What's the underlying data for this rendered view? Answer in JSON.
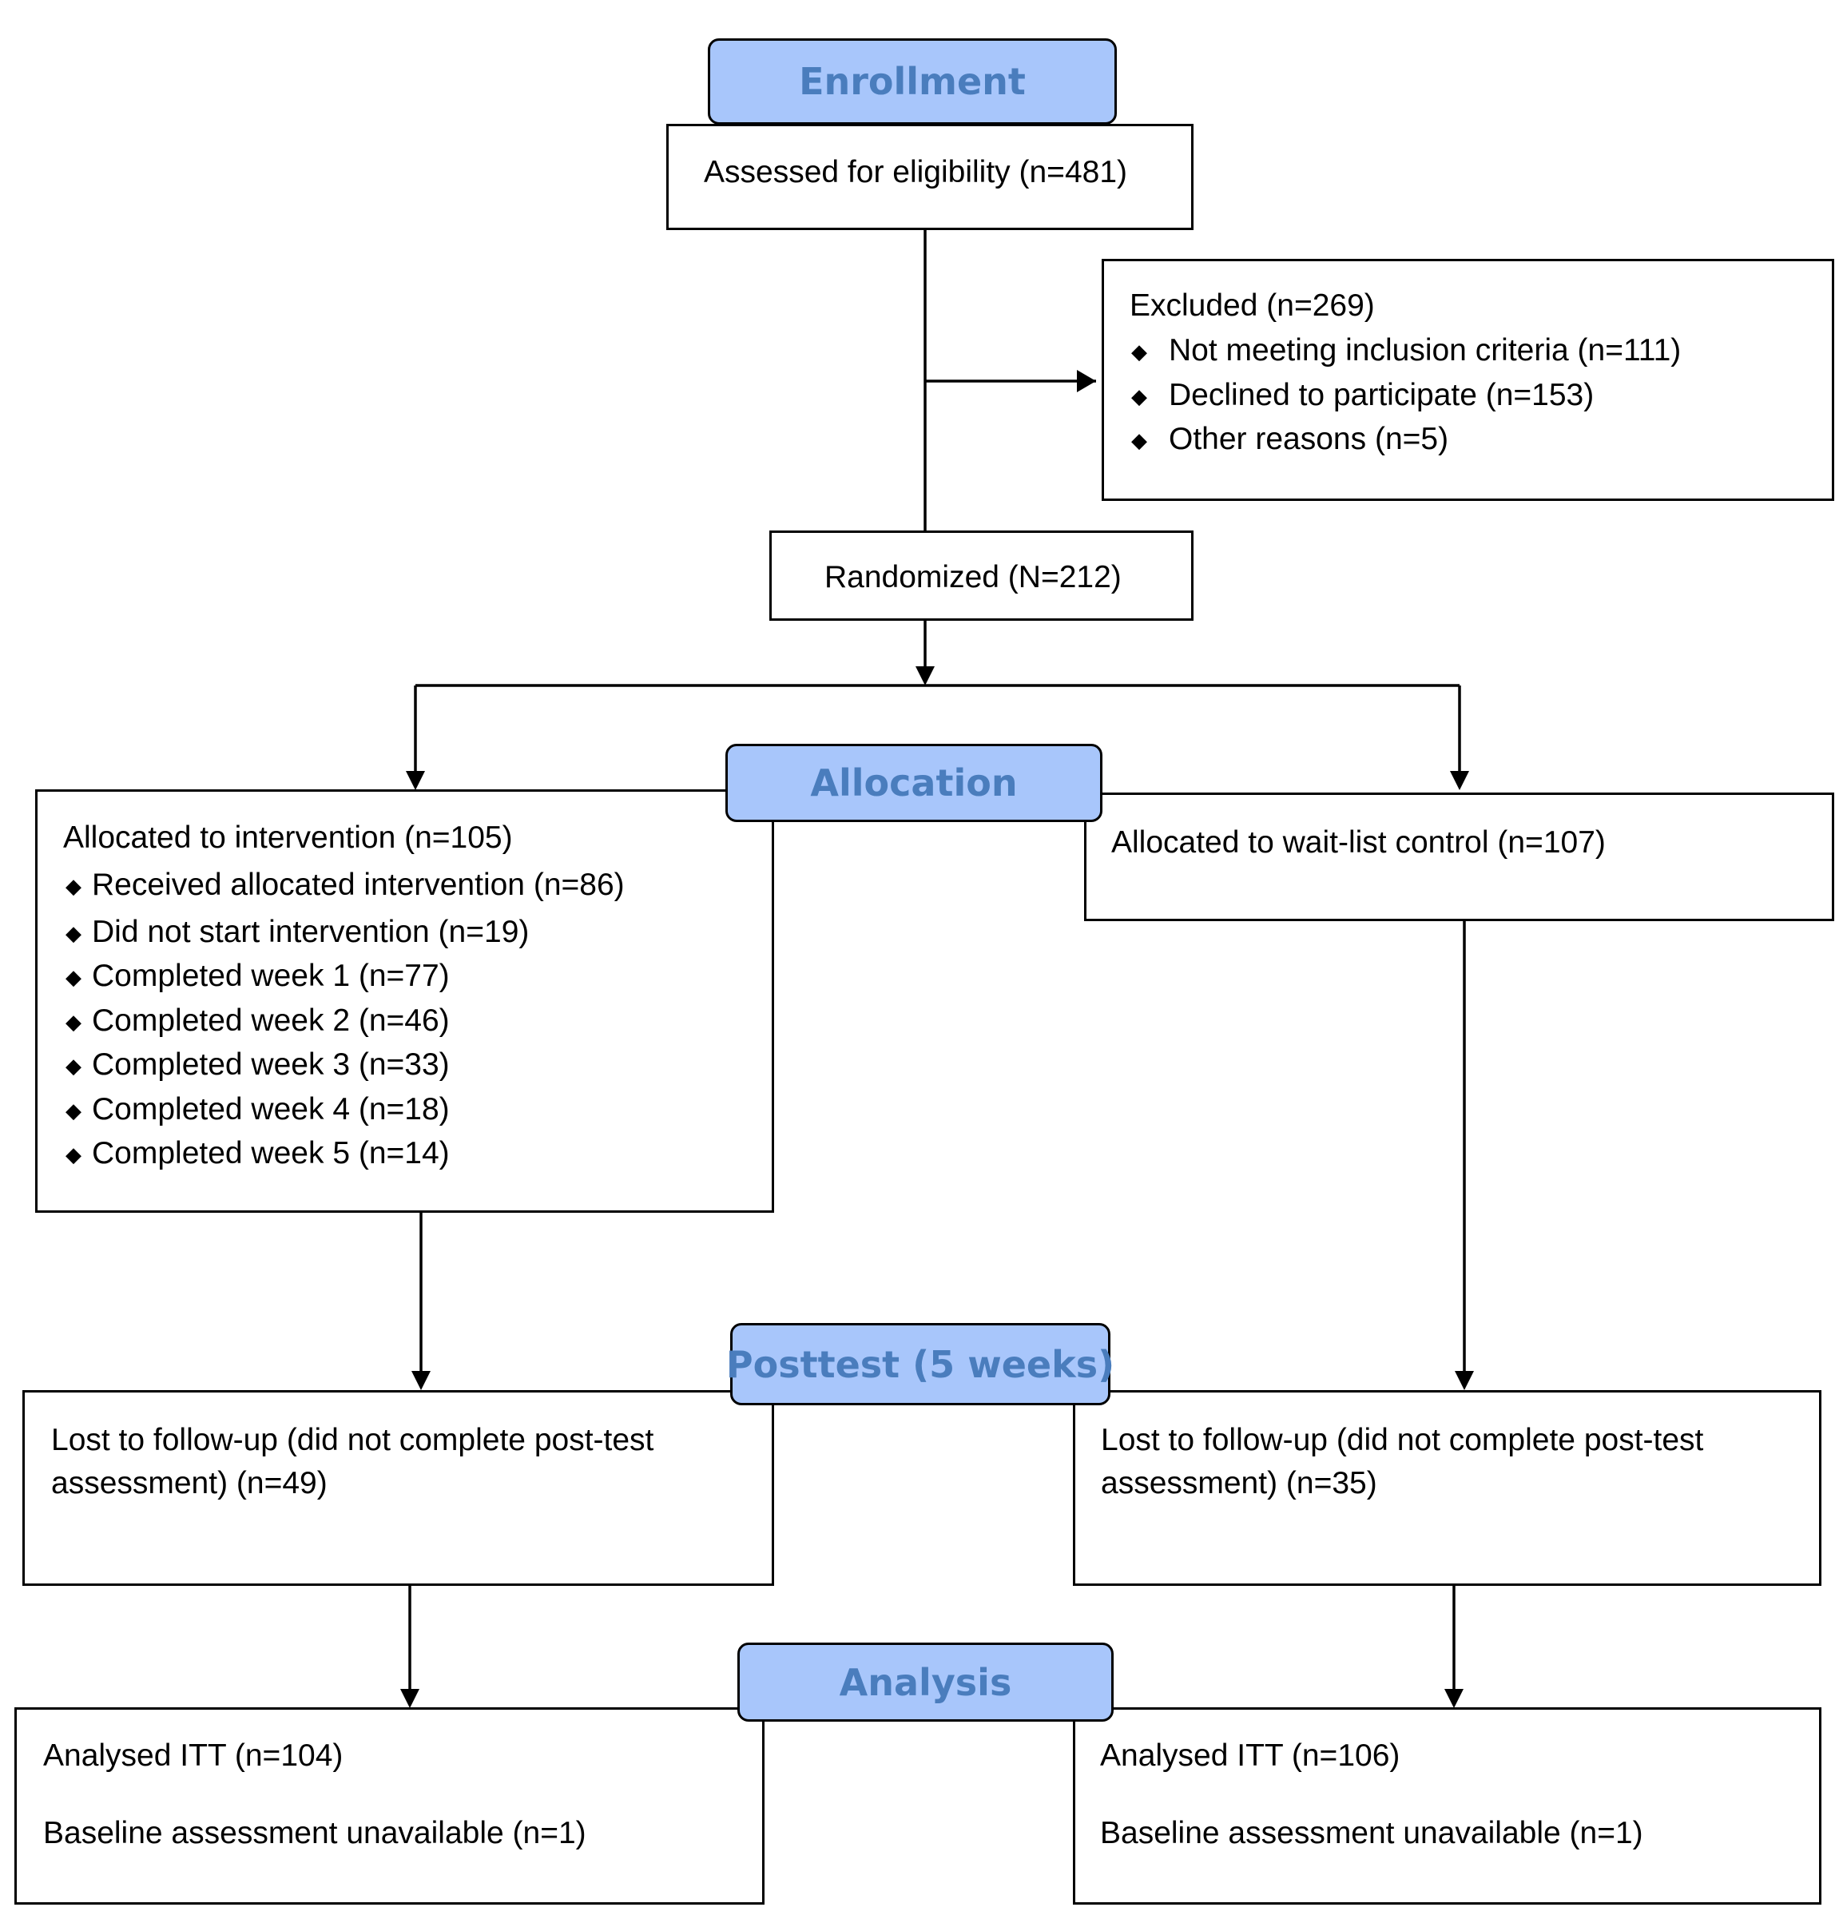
{
  "phases": {
    "enrollment": "Enrollment",
    "allocation": "Allocation",
    "posttest": "Posttest (5 weeks)",
    "analysis": "Analysis"
  },
  "assessed": "Assessed for eligibility (n=481)",
  "excluded": {
    "title": "Excluded  (n=269)",
    "items": [
      "Not meeting inclusion criteria (n=111)",
      "Declined to participate (n=153)",
      "Other reasons (n=5)"
    ]
  },
  "randomized": "Randomized (N=212)",
  "intervention": {
    "title": "Allocated to intervention (n=105)",
    "items": [
      "Received allocated intervention (n=86)",
      "Did not start intervention (n=19)",
      "Completed week 1 (n=77)",
      "Completed week 2 (n=46)",
      "Completed week 3 (n=33)",
      "Completed week 4 (n=18)",
      "Completed week 5 (n=14)"
    ]
  },
  "control": {
    "title": "Allocated to wait-list control (n=107)"
  },
  "lost_left": [
    "Lost to follow-up (did not complete post-test",
    "assessment) (n=49)"
  ],
  "lost_right": [
    "Lost to follow-up (did not complete post-test",
    "assessment) (n=35)"
  ],
  "analysis_left": [
    "Analysed ITT (n=104)",
    "Baseline assessment unavailable (n=1)"
  ],
  "analysis_right": [
    "Analysed ITT (n=106)",
    "Baseline assessment unavailable (n=1)"
  ],
  "bullet_glyph": "◆",
  "colors": {
    "phase_fill": "#a8c6fb",
    "phase_text": "#4a7dbd"
  }
}
